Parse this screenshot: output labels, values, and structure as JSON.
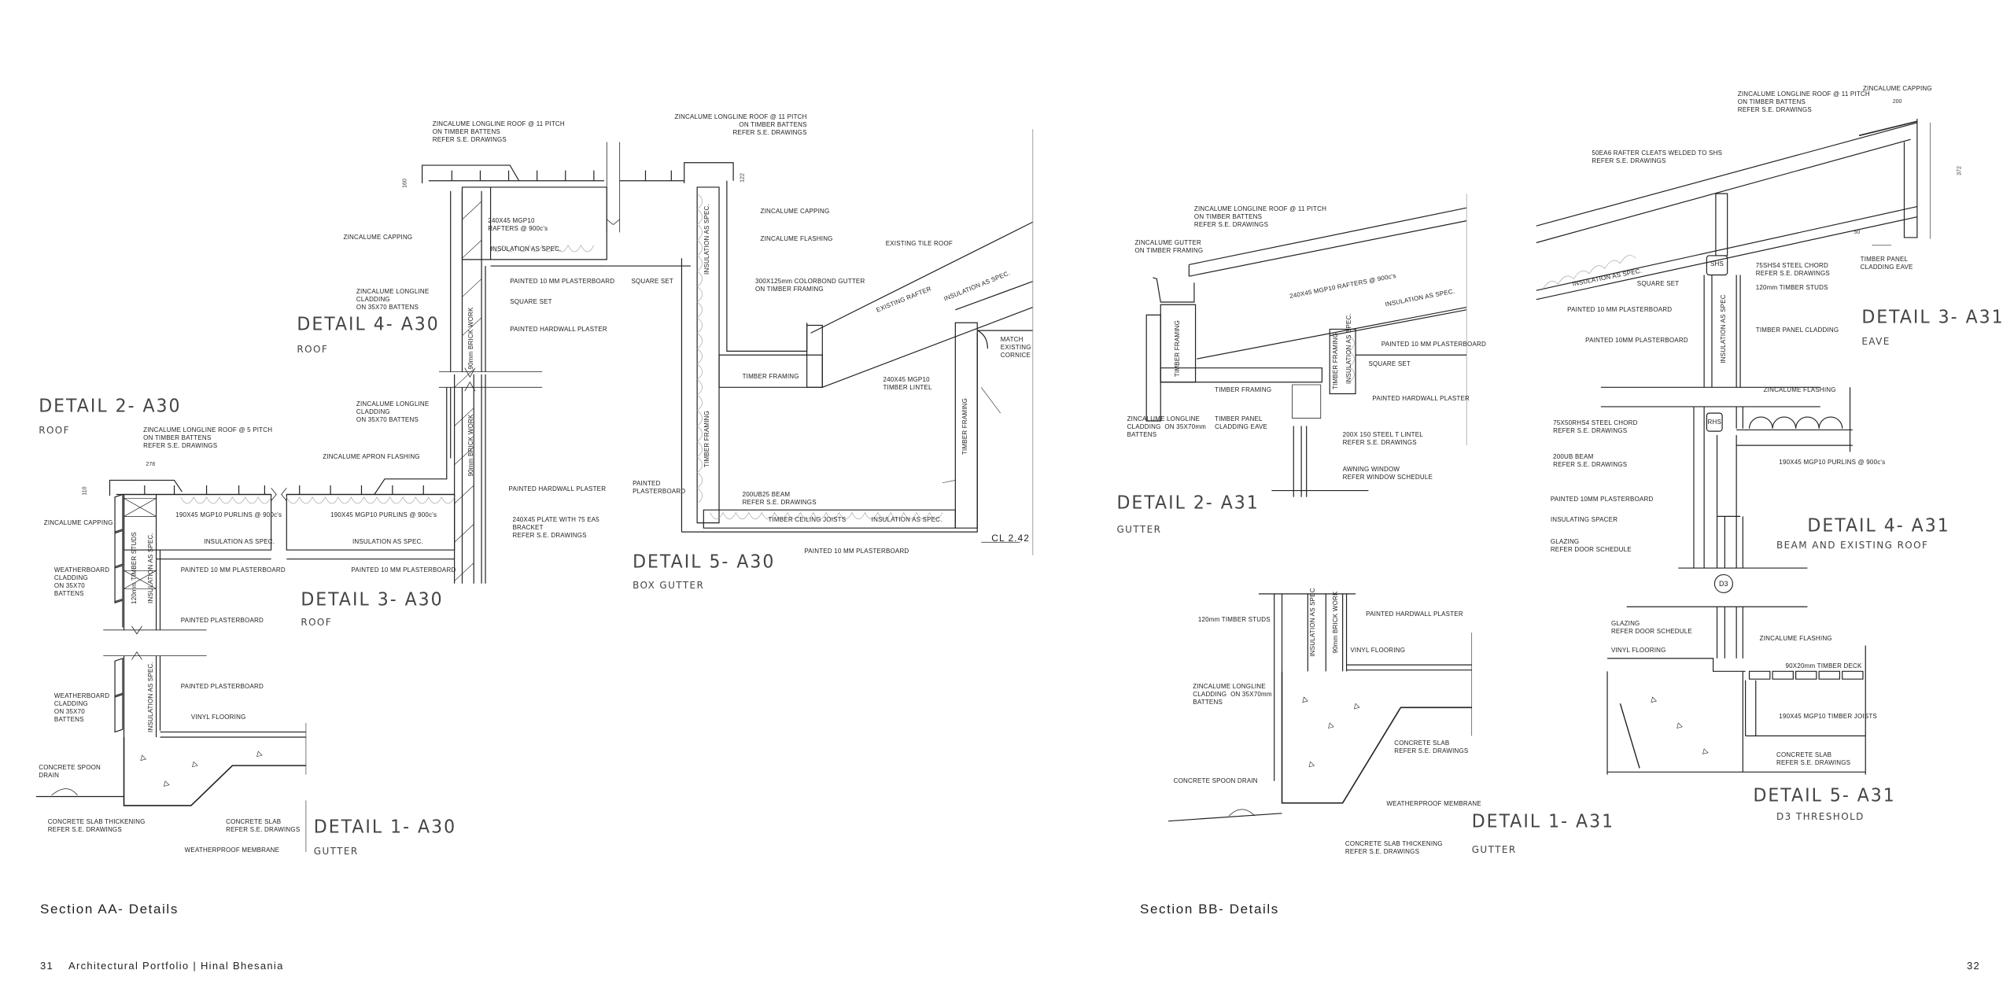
{
  "left_page": {
    "section_title": "Section AA- Details",
    "footer": {
      "page_number": "31",
      "text": "Architectural Portfolio | Hinal Bhesania"
    },
    "details": [
      {
        "title": "DETAIL 4- A30",
        "subtitle": "ROOF",
        "labels": [
          "ZINCALUME LONGLINE ROOF @ 11 PITCH\nON TIMBER BATTENS\nREFER S.E. DRAWINGS",
          "ZINCALUME CAPPING",
          "240X45 MGP10\nRAFTERS @ 900c's",
          "INSULATION AS SPEC.",
          "PAINTED 10 MM PLASTERBOARD",
          "SQUARE SET",
          "ZINCALUME LONGLINE\nCLADDING\nON 35X70 BATTENS",
          "90mm BRICK WORK",
          "PAINTED HARDWALL PLASTER",
          "ZINCALUME LONGLINE\nCLADDING\nON 35X70 BATTENS"
        ],
        "dimensions": [
          "160"
        ]
      },
      {
        "title": "DETAIL 2- A30",
        "subtitle": "ROOF",
        "labels": [
          "ZINCALUME LONGLINE ROOF @ 5 PITCH\nON TIMBER BATTENS\nREFER S.E. DRAWINGS",
          "ZINCALUME CAPPING",
          "190X45 MGP10 PURLINS @ 900c's",
          "INSULATION AS SPEC.",
          "120mm TIMBER STUDS",
          "INSULATION AS SPEC.",
          "PAINTED 10 MM PLASTERBOARD",
          "WEATHERBOARD\nCLADDING\nON 35X70\nBATTENS",
          "PAINTED PLASTERBOARD"
        ],
        "dimensions": [
          "278",
          "110"
        ]
      },
      {
        "title": "DETAIL 3- A30",
        "subtitle": "ROOF",
        "labels": [
          "ZINCALUME APRON FLASHING",
          "90mm BRICK WORK",
          "190X45 MGP10 PURLINS @ 900c's",
          "PAINTED HARDWALL PLASTER",
          "240X45 PLATE WITH 75 EA5\nBRACKET\nREFER S.E. DRAWINGS",
          "INSULATION AS SPEC.",
          "PAINTED 10 MM PLASTERBOARD"
        ],
        "dimensions": []
      },
      {
        "title": "DETAIL 5- A30",
        "subtitle": "BOX GUTTER",
        "labels": [
          "ZINCALUME LONGLINE ROOF @ 11 PITCH\nON TIMBER BATTENS\nREFER S.E. DRAWINGS",
          "ZINCALUME CAPPING",
          "ZINCALUME FLASHING",
          "INSULATION AS SPEC.",
          "SQUARE SET",
          "300X125mm COLORBOND GUTTER\nON TIMBER FRAMING",
          "EXISTING TILE ROOF",
          "EXISTING RAFTER",
          "INSULATION AS SPEC.",
          "MATCH\nEXISTING\nCORNICE",
          "TIMBER FRAMING",
          "240X45 MGP10\nTIMBER LINTEL",
          "TIMBER FRAMING",
          "TIMBER FRAMING",
          "PAINTED\nPLASTERBOARD",
          "200UB25 BEAM\nREFER S.E. DRAWINGS",
          "TIMBER CEILING JOISTS",
          "INSULATION AS SPEC.",
          "PAINTED 10 MM PLASTERBOARD",
          "CL 2.42"
        ],
        "dimensions": [
          "122"
        ]
      },
      {
        "title": "DETAIL 1- A30",
        "subtitle": "GUTTER",
        "labels": [
          "PAINTED PLASTERBOARD",
          "WEATHERBOARD\nCLADDING\nON 35X70\nBATTENS",
          "INSULATION AS SPEC.",
          "VINYL FLOORING",
          "CONCRETE SPOON\nDRAIN",
          "CONCRETE SLAB THICKENING\nREFER S.E. DRAWINGS",
          "CONCRETE SLAB\nREFER S.E. DRAWINGS",
          "WEATHERPROOF MEMBRANE"
        ],
        "dimensions": []
      }
    ]
  },
  "right_page": {
    "section_title": "Section BB- Details",
    "footer": {
      "page_number": "32"
    },
    "details": [
      {
        "title": "DETAIL 2- A31",
        "subtitle": "GUTTER",
        "labels": [
          "ZINCALUME LONGLINE ROOF @ 11 PITCH\nON TIMBER BATTENS\nREFER S.E. DRAWINGS",
          "ZINCALUME GUTTER\nON TIMBER FRAMING",
          "240X45 MGP10 RAFTERS @ 900c's",
          "INSULATION AS SPEC.",
          "TIMBER FRAMING",
          "TIMBER FRAMING",
          "TIMBER FRAMING",
          "INSULATION AS SPEC.",
          "PAINTED 10 MM PLASTERBOARD",
          "SQUARE SET",
          "PAINTED HARDWALL PLASTER",
          "ZINCALUME LONGLINE\nCLADDING  ON 35X70mm\nBATTENS",
          "TIMBER PANEL\nCLADDING EAVE",
          "200X 150 STEEL T LINTEL\nREFER S.E. DRAWINGS",
          "AWNING WINDOW\nREFER WINDOW SCHEDULE"
        ],
        "dimensions": []
      },
      {
        "title": "DETAIL 3- A31",
        "subtitle": "EAVE",
        "labels": [
          "ZINCALUME CAPPING",
          "ZINCALUME LONGLINE ROOF @ 11 PITCH\nON TIMBER BATTENS\nREFER S.E. DRAWINGS",
          "50EA6 RAFTER CLEATS WELDED TO SHS\nREFER S.E. DRAWINGS",
          "INSULATION AS SPEC.",
          "SHS",
          "75SHS4 STEEL CHORD\nREFER S.E. DRAWINGS",
          "SQUARE SET",
          "120mm TIMBER STUDS",
          "TIMBER PANEL\nCLADDING EAVE",
          "PAINTED 10 MM PLASTERBOARD",
          "TIMBER PANEL CLADDING",
          "PAINTED 10MM PLASTERBOARD",
          "INSULATION AS SPEC"
        ],
        "dimensions": [
          "200",
          "372",
          "50"
        ]
      },
      {
        "title": "DETAIL 4- A31",
        "subtitle": "BEAM AND EXISTING ROOF",
        "labels": [
          "ZINCALUME FLASHING",
          "75X50RHS4 STEEL CHORD\nREFER S.E. DRAWINGS",
          "200UB BEAM\nREFER S.E. DRAWINGS",
          "190X45 MGP10 PURLINS @ 900c's",
          "PAINTED 10MM PLASTERBOARD",
          "INSULATING SPACER",
          "GLAZING\nREFER DOOR SCHEDULE",
          "RHS"
        ],
        "dimensions": [],
        "marker": "D3"
      },
      {
        "title": "DETAIL 5- A31",
        "subtitle": "D3 THRESHOLD",
        "labels": [
          "GLAZING\nREFER DOOR SCHEDULE",
          "ZINCALUME FLASHING",
          "VINYL FLOORING",
          "90X20mm TIMBER DECK",
          "190X45 MGP10 TIMBER JOISTS",
          "CONCRETE SLAB\nREFER S.E. DRAWINGS"
        ],
        "dimensions": []
      },
      {
        "title": "DETAIL 1- A31",
        "subtitle": "GUTTER",
        "labels": [
          "PAINTED HARDWALL PLASTER",
          "120mm TIMBER STUDS",
          "INSULATION AS SPEC",
          "90mm BRICK WORK",
          "VINYL FLOORING",
          "ZINCALUME LONGLINE\nCLADDING  ON 35X70mm\nBATTENS",
          "CONCRETE SLAB\nREFER S.E. DRAWINGS",
          "CONCRETE SPOON DRAIN",
          "WEATHERPROOF MEMBRANE",
          "CONCRETE SLAB THICKENING\nREFER S.E. DRAWINGS"
        ],
        "dimensions": []
      }
    ]
  }
}
